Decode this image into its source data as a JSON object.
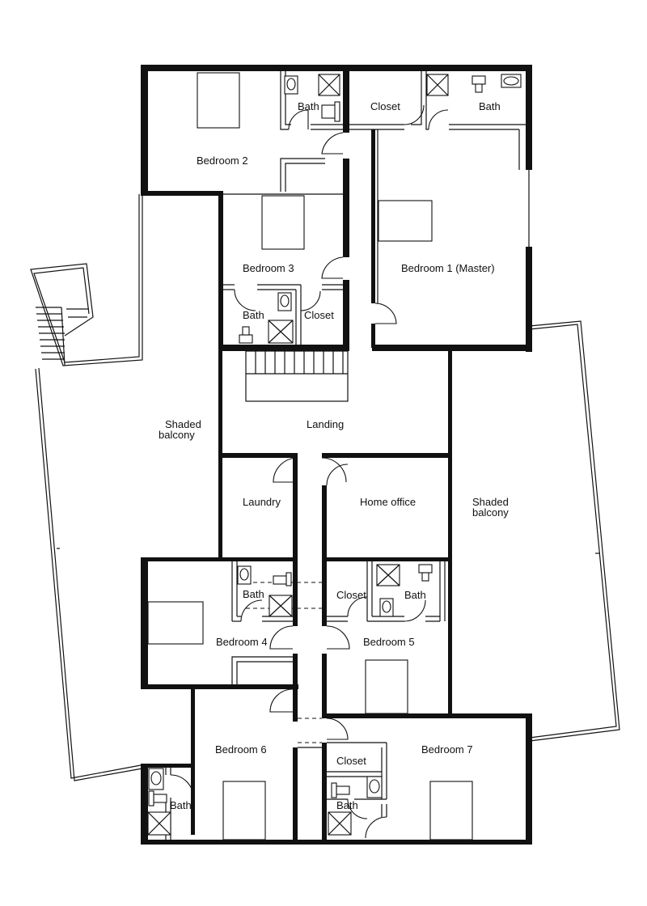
{
  "rooms": {
    "bedroom2": "Bedroom 2",
    "bath_top_left": "Bath",
    "closet_master": "Closet",
    "bath_master": "Bath",
    "bedroom1": "Bedroom 1 (Master)",
    "bedroom3": "Bedroom 3",
    "bath_b3": "Bath",
    "closet_b3": "Closet",
    "landing": "Landing",
    "balcony_left_1": "Shaded",
    "balcony_left_2": "balcony",
    "balcony_right_1": "Shaded",
    "balcony_right_2": "balcony",
    "laundry": "Laundry",
    "home_office": "Home office",
    "bath_b4": "Bath",
    "bedroom4": "Bedroom 4",
    "closet_b5": "Closet",
    "bath_b5": "Bath",
    "bedroom5": "Bedroom 5",
    "bedroom6": "Bedroom 6",
    "bath_b6": "Bath",
    "bedroom7": "Bedroom 7",
    "closet_b7": "Closet",
    "bath_b7": "Bath"
  }
}
